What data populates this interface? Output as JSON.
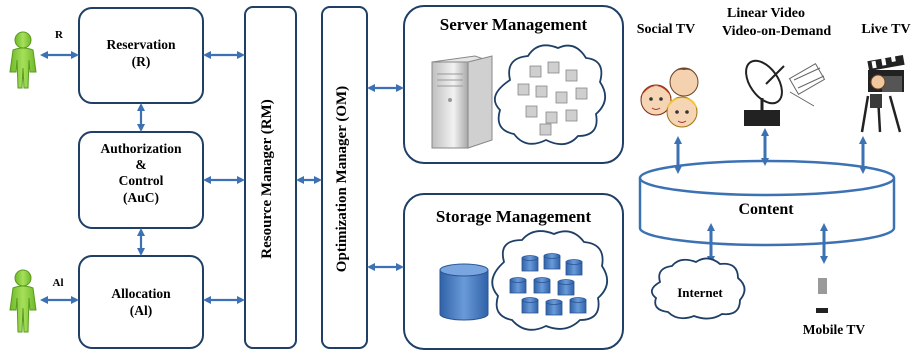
{
  "modules": {
    "reservation": {
      "line1": "Reservation",
      "line2": "(R)"
    },
    "authorization": {
      "line1": "Authorization",
      "line2": "&",
      "line3": "Control",
      "line4": "(AuC)"
    },
    "allocation": {
      "line1": "Allocation",
      "line2": "(Al)"
    }
  },
  "user_labels": {
    "top": "R",
    "bottom": "Al"
  },
  "managers": {
    "resource": "Resource Manager (RM)",
    "optimization": "Optimization  Manager (OM)"
  },
  "server_management": {
    "title": "Server Management"
  },
  "storage_management": {
    "title": "Storage Management"
  },
  "content": {
    "title": "Content",
    "sources": {
      "social_tv": "Social TV",
      "linear_video": "Linear Video",
      "vod": "Video-on-Demand",
      "live_tv": "Live TV"
    },
    "consumers": {
      "internet": "Internet",
      "mobile_tv": "Mobile TV"
    }
  },
  "colors": {
    "box_border": "#1f3f66",
    "arrow": "#3c72b4",
    "figure": "#8ccf3c",
    "cylinder_border": "#3c72b4",
    "server_cube": "#c8c8c8",
    "storage_disk": "#3f78c0"
  }
}
